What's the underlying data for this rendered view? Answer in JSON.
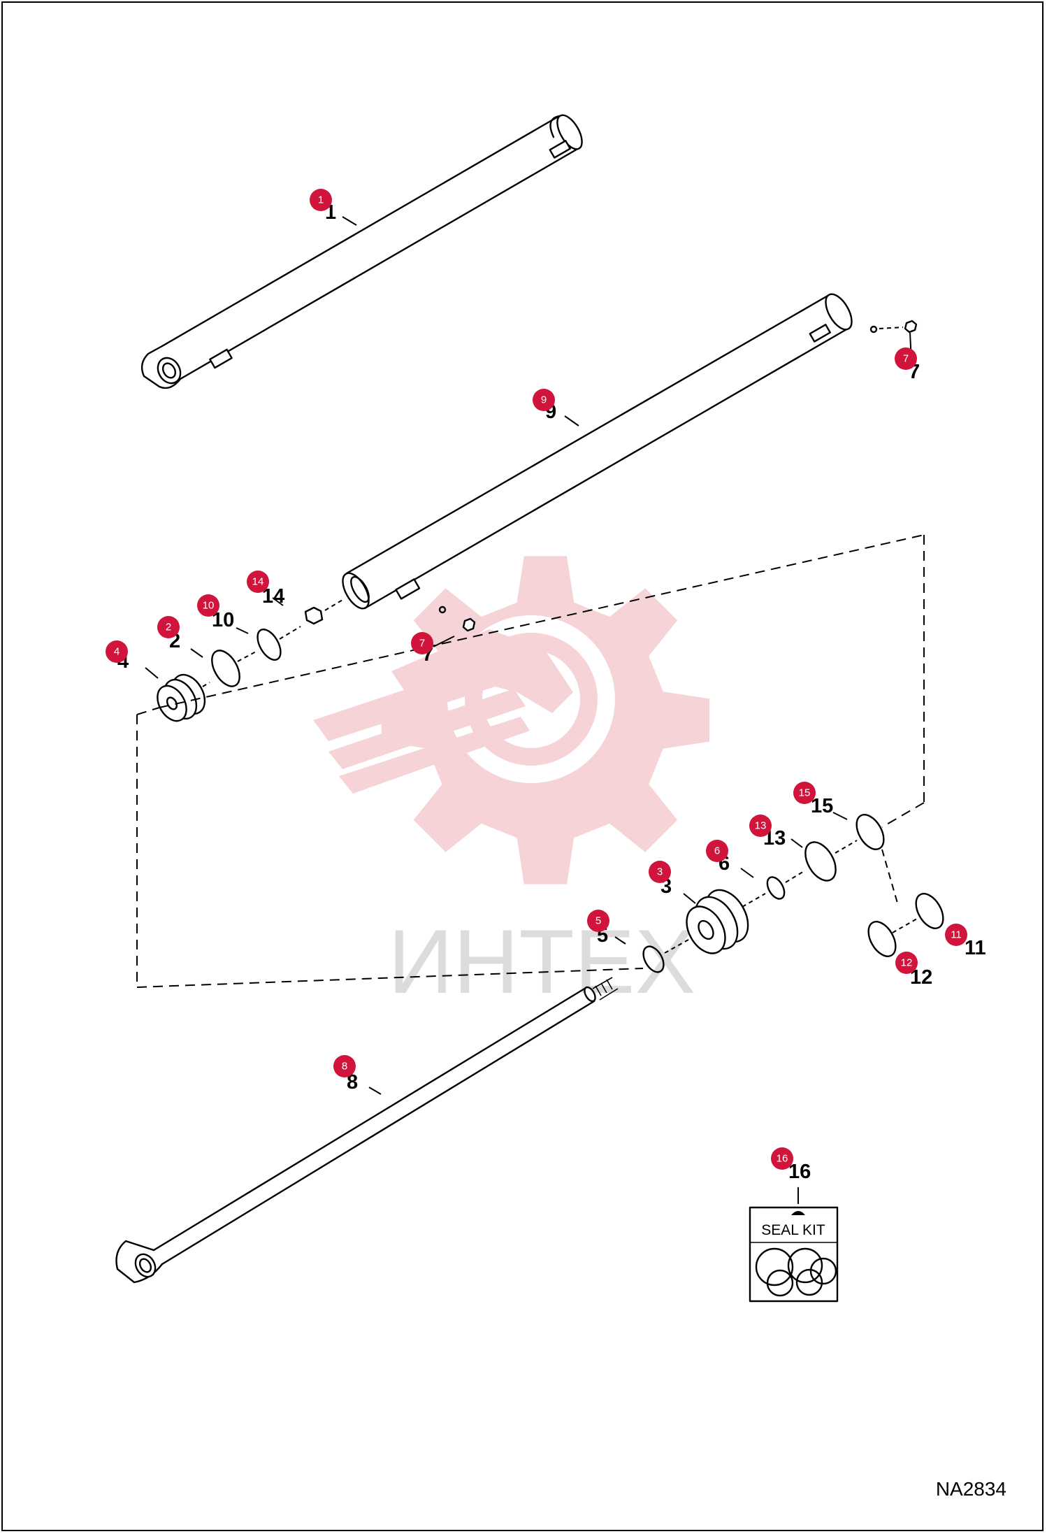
{
  "watermark": {
    "text": "ИНТЕХ",
    "color": "#f3c9cc"
  },
  "drawing_code": "NA2834",
  "seal_kit_label": "SEAL KIT",
  "callout_color": "#d0143b",
  "parts": [
    {
      "id": "p1",
      "callout": "1",
      "label": "1"
    },
    {
      "id": "p2",
      "callout": "2",
      "label": "2"
    },
    {
      "id": "p3",
      "callout": "3",
      "label": "3"
    },
    {
      "id": "p4",
      "callout": "4",
      "label": "4"
    },
    {
      "id": "p5",
      "callout": "5",
      "label": "5"
    },
    {
      "id": "p6",
      "callout": "6",
      "label": "6"
    },
    {
      "id": "p7a",
      "callout": "7",
      "label": "7"
    },
    {
      "id": "p7b",
      "callout": "7",
      "label": "7"
    },
    {
      "id": "p8",
      "callout": "8",
      "label": "8"
    },
    {
      "id": "p9",
      "callout": "9",
      "label": "9"
    },
    {
      "id": "p10",
      "callout": "10",
      "label": "10"
    },
    {
      "id": "p11",
      "callout": "11",
      "label": "11"
    },
    {
      "id": "p12",
      "callout": "12",
      "label": "12"
    },
    {
      "id": "p13",
      "callout": "13",
      "label": "13"
    },
    {
      "id": "p14",
      "callout": "14",
      "label": "14"
    },
    {
      "id": "p15",
      "callout": "15",
      "label": "15"
    },
    {
      "id": "p16",
      "callout": "16",
      "label": "16"
    }
  ]
}
